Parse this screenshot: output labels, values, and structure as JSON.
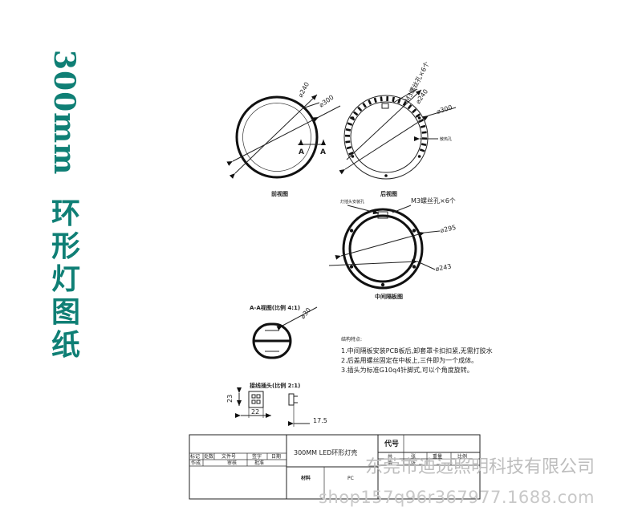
{
  "title": {
    "latin": "300mm",
    "cjk": "环形灯图纸"
  },
  "views": {
    "front": {
      "label": "前视图",
      "d_inner": "⌀240",
      "d_outer": "⌀300",
      "section_a": "A"
    },
    "rear": {
      "label": "后视图",
      "screws": "M3螺丝孔×6个",
      "d_inner": "⌀240",
      "d_outer": "⌀300",
      "vent": "散热孔"
    },
    "middle": {
      "label": "中间隔板图",
      "lamp_base": "灯插头安装孔",
      "screws": "M3螺丝孔×6个",
      "d_outer": "⌀295",
      "d_inner": "⌀243"
    },
    "section": {
      "label": "A-A视图(比例 4:1)",
      "dia": "⌀30"
    },
    "plug": {
      "label": "接线插头(比例 2:1)",
      "height": "23",
      "width": "22",
      "length": "17.5"
    }
  },
  "notes": {
    "title": "结构特点:",
    "items": [
      "1.中间隔板安装PCB板后,卸套罩卡扣扣紧,无需打胶水",
      "2.后盖用螺丝固定在中板上,三件即为一个成体。",
      "3.插头为标准G10q4针脚式,可以个角度旋转。"
    ]
  },
  "title_block": {
    "headers": [
      "标记",
      "处数",
      "文件号",
      "签字",
      "日期"
    ],
    "roles": [
      "作成",
      "审核",
      "批准"
    ],
    "product": "300MM  LED环形灯壳",
    "code_label": "代号",
    "sheet_headers": [
      "共",
      "张",
      "重量",
      "比例"
    ],
    "sheet_row": [
      "第",
      "张"
    ],
    "material_label": "材料",
    "material": "PC"
  },
  "watermark": {
    "company": "东莞市迪远照明科技有限公司",
    "shop": "shop157q96r367977.1688.com"
  }
}
